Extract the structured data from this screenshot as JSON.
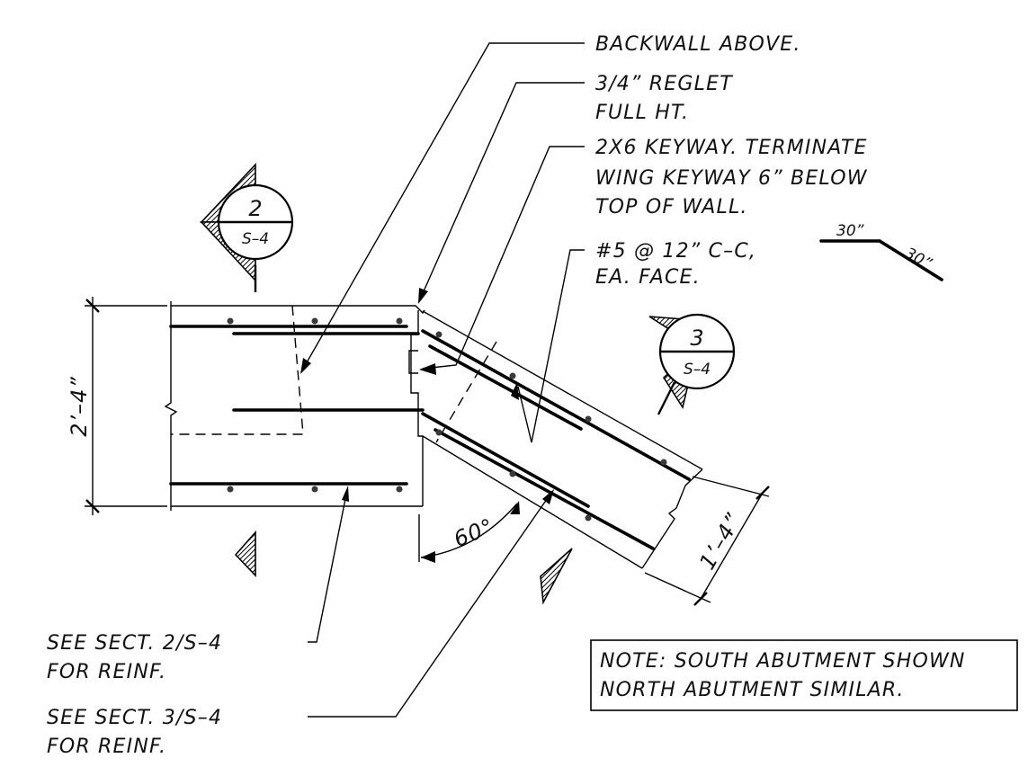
{
  "callouts": {
    "backwall": "BACKWALL ABOVE.",
    "reglet_1": "3/4” REGLET",
    "reglet_2": "FULL HT.",
    "keyway_1": "2X6 KEYWAY. TERMINATE",
    "keyway_2": "WING KEYWAY 6” BELOW",
    "keyway_3": "TOP OF WALL.",
    "rebar_1": "#5 @ 12” C–C,",
    "rebar_2": "EA. FACE.",
    "bend_1": "30”",
    "bend_2": "30”",
    "sect2_1": "SEE SECT. 2/S–4",
    "sect2_2": "FOR REINF.",
    "sect3_1": "SEE SECT. 3/S–4",
    "sect3_2": "FOR REINF."
  },
  "section_markers": [
    {
      "number": "2",
      "sheet": "S–4"
    },
    {
      "number": "3",
      "sheet": "S–4"
    }
  ],
  "dimensions": {
    "wall_thickness": "2’–4”",
    "wing_thickness": "1’–4”",
    "angle": "60°"
  },
  "note": {
    "line_1": "NOTE: SOUTH ABUTMENT SHOWN",
    "line_2": "NORTH ABUTMENT SIMILAR."
  }
}
